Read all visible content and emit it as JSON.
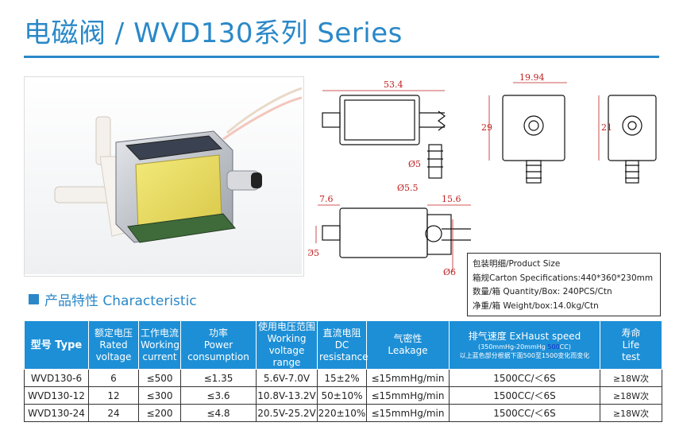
{
  "title": "电磁阀 / WVD130系列 Series",
  "drawings": {
    "dim_length": "53.4",
    "dim_d5": "Ø5",
    "dim_d55": "Ø5.5",
    "dim_width": "19.94",
    "dim_29": "29",
    "dim_21": "21",
    "dim_76": "7.6",
    "dim_156": "15.6",
    "dim_side_d5": "Ø5",
    "dim_side_d6": "Ø6"
  },
  "package": {
    "lines": [
      "包装明细/Product Size",
      "箱规Carton Specifications:440*360*230mm",
      "数量/箱 Quantity/Box: 240PCS/Ctn",
      "净重/箱 Weight/box:14.0kg/Ctn"
    ]
  },
  "section": {
    "label": "产品特性 Characteristic"
  },
  "table": {
    "headers": {
      "type": "型号 Type",
      "rated": [
        "额定电压",
        "Rated",
        "voltage"
      ],
      "current": [
        "工作电流",
        "Working",
        "current"
      ],
      "power": [
        "功率",
        "Power",
        "consumption"
      ],
      "range": [
        "使用电压范围",
        "Working",
        "voltage range"
      ],
      "resistance": [
        "直流电阻",
        "DC",
        "resistance"
      ],
      "leakage": [
        "气密性",
        "Leakage"
      ],
      "exhaust_title": "排气速度 ExHaust speed",
      "exhaust_sub_a": "(350mmHg-20mmHg ",
      "exhaust_sub_b": "500",
      "exhaust_sub_c": "CC)",
      "exhaust_note": "以上蓝色部分根据下面500至1500变化而变化",
      "life": [
        "寿命",
        "Life",
        "test"
      ]
    },
    "rows": [
      {
        "type": "WVD130-6",
        "rated": "6",
        "current": "≤500",
        "power": "≤1.35",
        "range": "5.6V-7.0V",
        "resistance": "15±2%",
        "leakage": "≤15mmHg/min",
        "exhaust": "1500CC/＜6S",
        "life": "≥18W次"
      },
      {
        "type": "WVD130-12",
        "rated": "12",
        "current": "≤300",
        "power": "≤3.6",
        "range": "10.8V-13.2V",
        "resistance": "50±10%",
        "leakage": "≤15mmHg/min",
        "exhaust": "1500CC/＜6S",
        "life": "≥18W次"
      },
      {
        "type": "WVD130-24",
        "rated": "24",
        "current": "≤200",
        "power": "≤4.8",
        "range": "20.5V-25.2V",
        "resistance": "220±10%",
        "leakage": "≤15mmHg/min",
        "exhaust": "1500CC/＜6S",
        "life": "≥18W次"
      }
    ]
  }
}
